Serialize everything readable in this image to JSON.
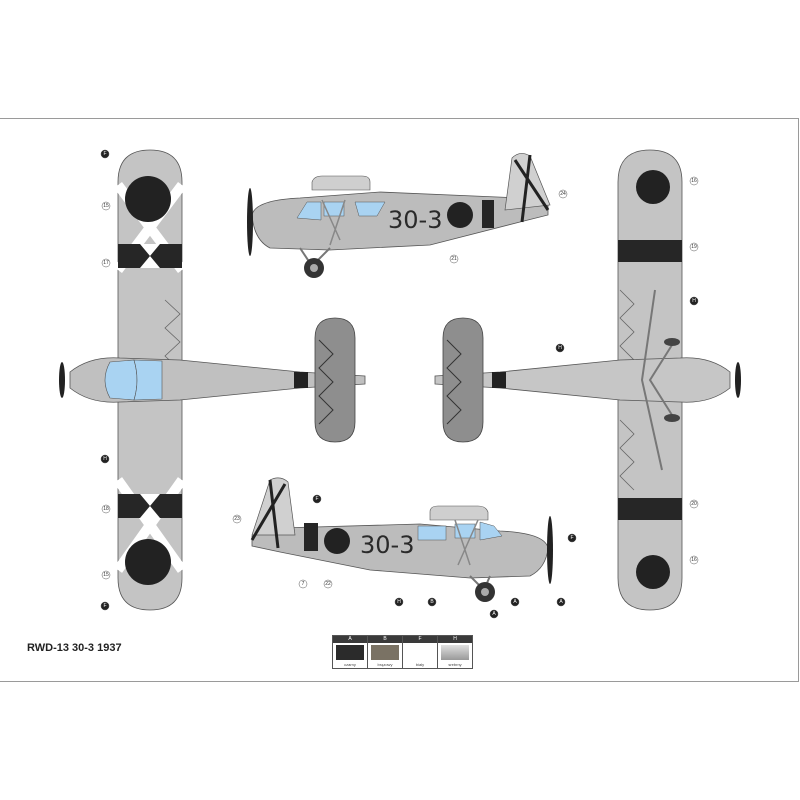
{
  "title": "RWD-13 30-3 1937",
  "registration": "30-3",
  "legend": [
    {
      "code": "A",
      "label": "czarny",
      "color": "#2b2b2b"
    },
    {
      "code": "B",
      "label": "brązowy",
      "color": "#7a7264"
    },
    {
      "code": "F",
      "label": "biały",
      "color": "#ffffff"
    },
    {
      "code": "H",
      "label": "srebrny",
      "color": "#b8b8b8"
    }
  ],
  "colors": {
    "aircraft": "#b9b9b9",
    "canopy": "#a9d3f2",
    "marking": "#222222"
  },
  "callouts": {
    "left_wing": [
      "F",
      "15",
      "17",
      "H",
      "18",
      "15",
      "F"
    ],
    "side_top": [
      "24",
      "21"
    ],
    "side_bottom": [
      "23",
      "F",
      "7",
      "22",
      "H",
      "B",
      "A",
      "A",
      "A",
      "F"
    ],
    "center": [
      "H"
    ],
    "right_wing": [
      "16",
      "19",
      "H",
      "20",
      "16"
    ]
  }
}
